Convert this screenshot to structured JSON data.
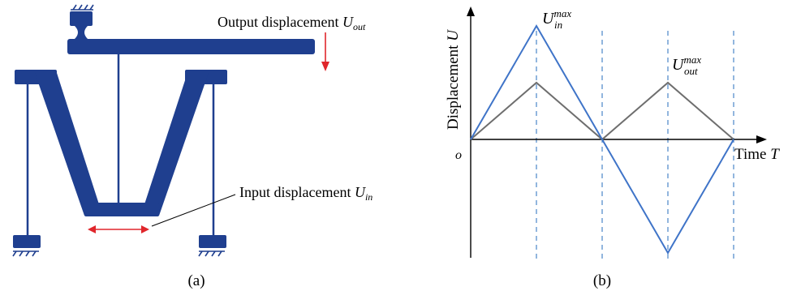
{
  "panel_a": {
    "caption": "(a)",
    "output_label": "Output displacement",
    "output_symbol": "U",
    "output_sub": "out",
    "input_label": "Input displacement",
    "input_symbol": "U",
    "input_sub": "in"
  },
  "panel_b": {
    "caption": "(b)",
    "ylabel": "Displacement",
    "ylabel_symbol": "U",
    "xlabel": "Time",
    "xlabel_symbol": "T",
    "origin": "o",
    "in_max_base": "U",
    "in_max_sub": "in",
    "in_max_sup": "max",
    "out_max_base": "U",
    "out_max_sub": "out",
    "out_max_sup": "max"
  },
  "colors": {
    "mechanism": "#1f3f8f",
    "arrow": "#e0262b",
    "input_curve": "#3f74c8",
    "output_curve": "#6e6e6e",
    "dashed": "#4a86c7",
    "axis": "#000000"
  },
  "chart_data": {
    "type": "line",
    "xlabel": "Time T",
    "ylabel": "Displacement U",
    "x": [
      0,
      1,
      2,
      3,
      4
    ],
    "series": [
      {
        "name": "U_in",
        "values": [
          0,
          1,
          0,
          -1,
          0
        ]
      },
      {
        "name": "U_out",
        "values": [
          0,
          0.5,
          0,
          0.5,
          0
        ]
      }
    ],
    "annotations": [
      "U_in^max",
      "U_out^max"
    ],
    "vertical_dashed_at_x": [
      1,
      2,
      3,
      4
    ],
    "ylim": [
      -1,
      1
    ],
    "grid": false,
    "legend": "none"
  }
}
